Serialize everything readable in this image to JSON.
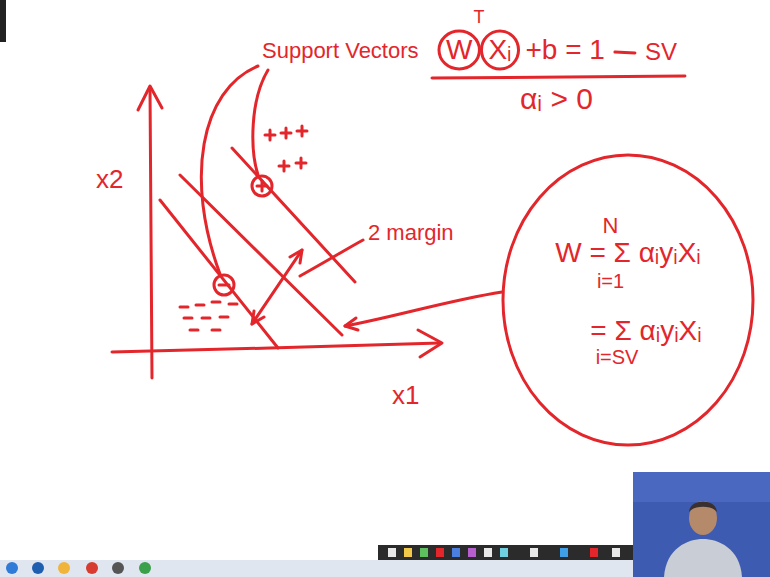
{
  "diagram": {
    "nodes": [
      {
        "text": [
          "N",
          "W = Σ αᵢyᵢXᵢ",
          "i=1",
          "= Σ αᵢyᵢXᵢ",
          "i=SV"
        ]
      }
    ],
    "labels": [
      "Support Vectors",
      "x2",
      "x1",
      "2 margin",
      "W",
      "T",
      "Xᵢ",
      "+b = 1",
      "SV",
      "αᵢ > 0"
    ]
  }
}
